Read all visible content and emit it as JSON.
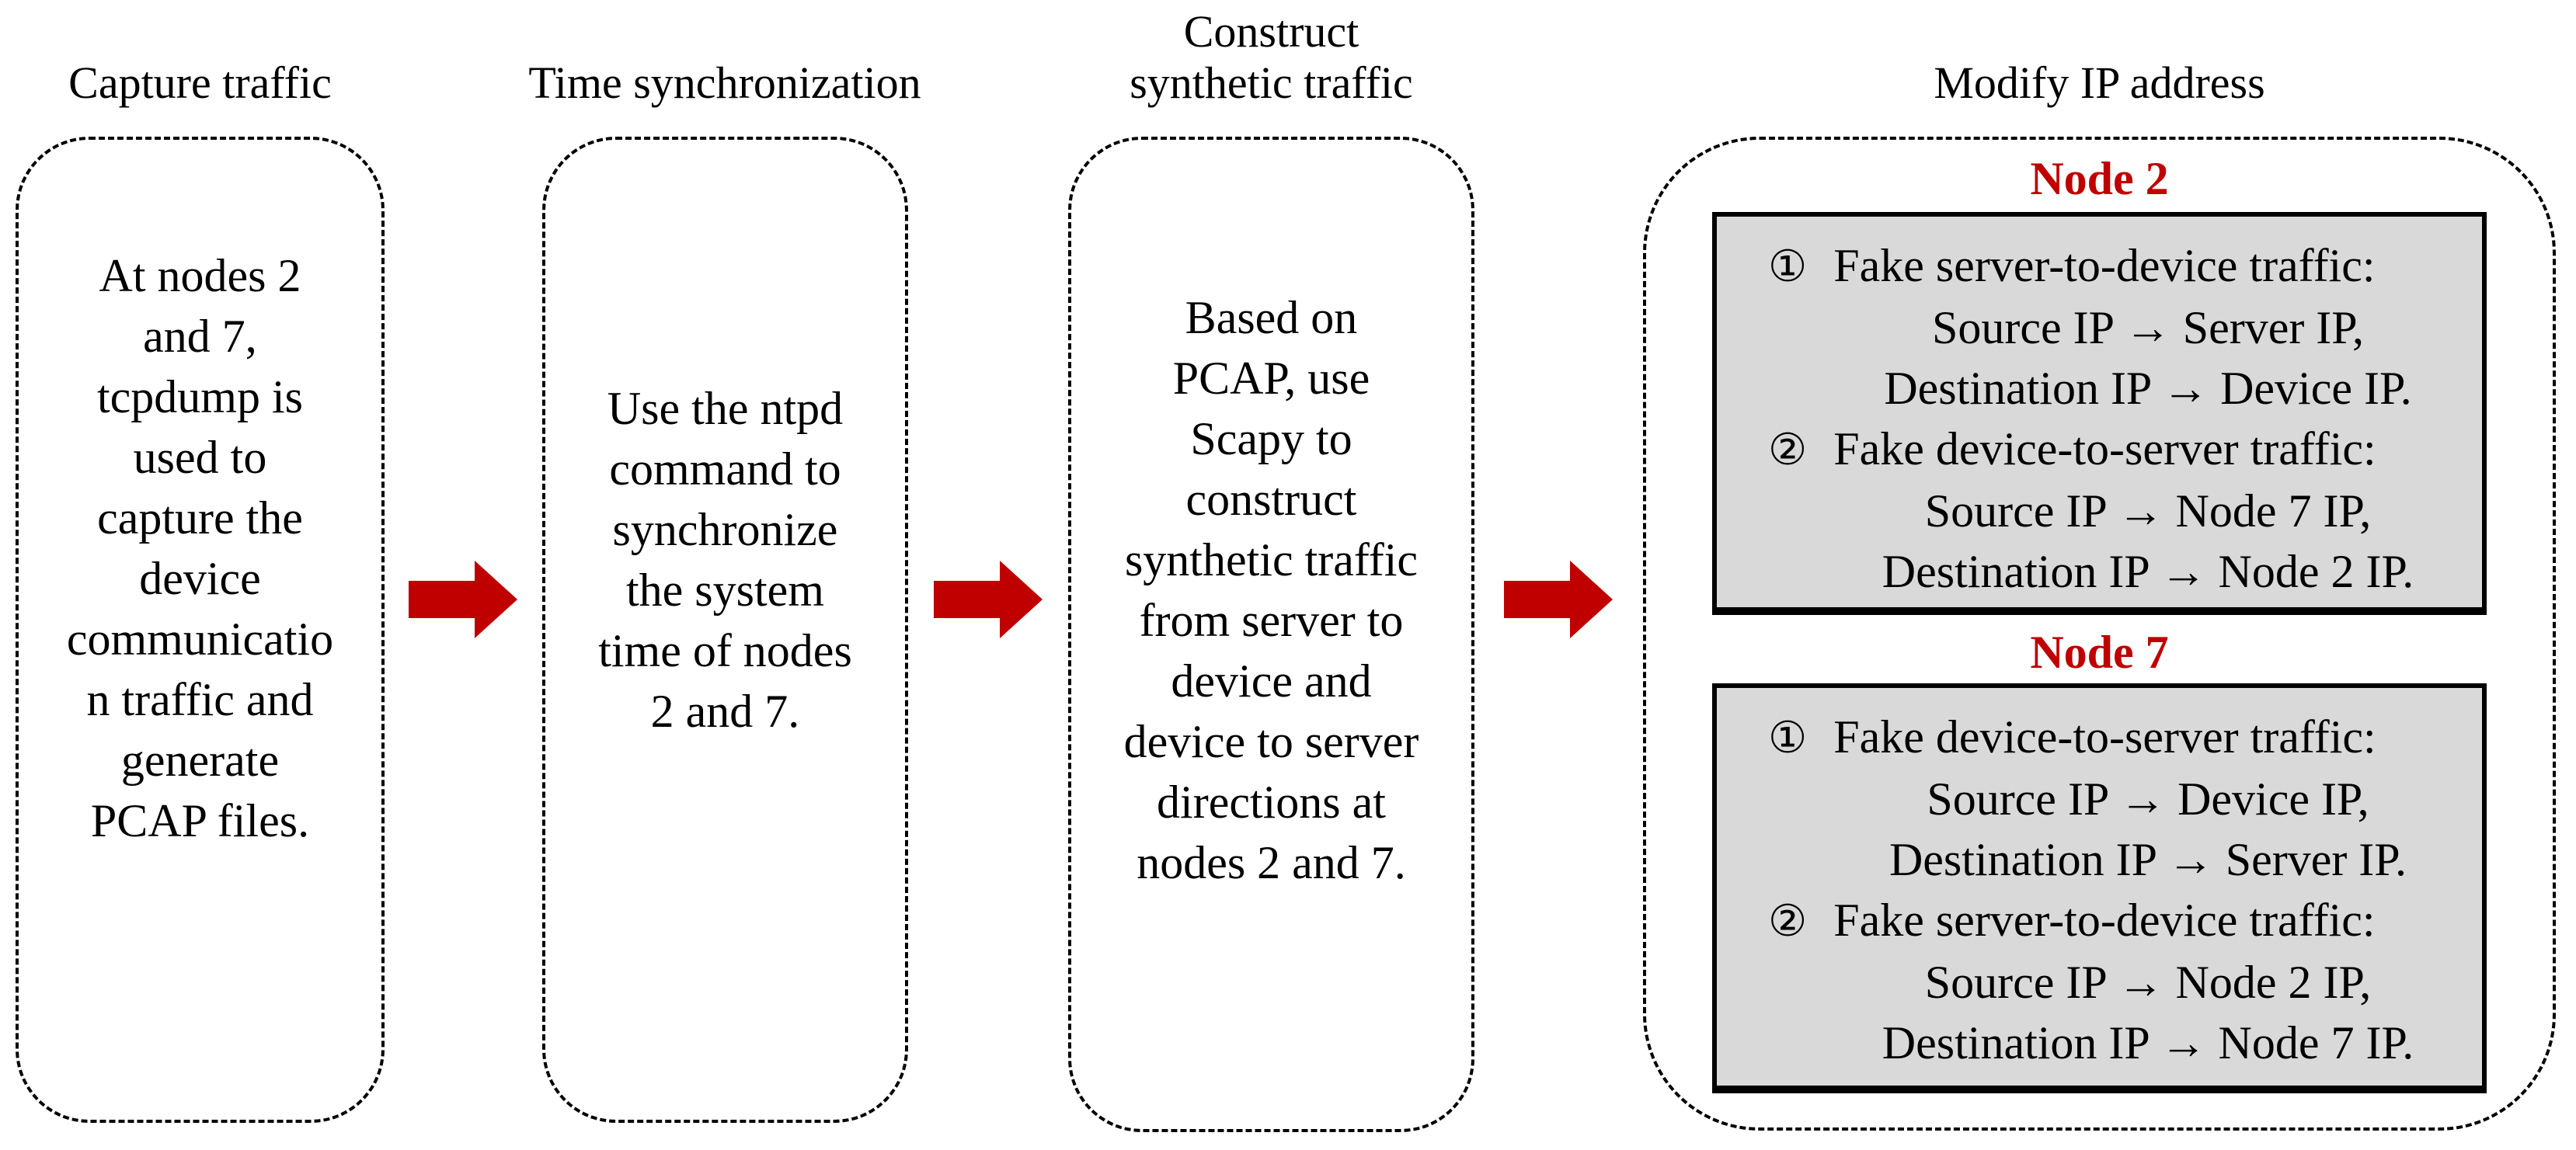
{
  "colors": {
    "arrow_red": "#c00000",
    "node_heading_red": "#c00000",
    "panel_grey": "#d9d9d9",
    "line_black": "#000000",
    "background": "#ffffff"
  },
  "stages": [
    {
      "title_lines": [
        "Capture traffic"
      ],
      "body_lines": [
        "At nodes 2",
        "and 7,",
        "tcpdump is",
        "used to",
        "capture the",
        "device",
        "communicatio",
        "n traffic and",
        "generate",
        "PCAP files."
      ]
    },
    {
      "title_lines": [
        "Time synchronization"
      ],
      "body_lines": [
        "Use the ntpd",
        "command to",
        "synchronize",
        "the system",
        "time of nodes",
        "2 and 7."
      ]
    },
    {
      "title_lines": [
        "Construct",
        "synthetic traffic"
      ],
      "body_lines": [
        "Based on",
        "PCAP, use",
        "Scapy to",
        "construct",
        "synthetic traffic",
        "from server to",
        "device and",
        "device to server",
        "directions at",
        "nodes 2 and 7."
      ]
    },
    {
      "title_lines": [
        "Modify IP address"
      ],
      "nodes": [
        {
          "heading": "Node 2",
          "items": [
            {
              "marker": "①",
              "header": "Fake server-to-device traffic:",
              "detail_lines": [
                "Source IP → Server IP,",
                "Destination IP → Device IP."
              ]
            },
            {
              "marker": "②",
              "header": "Fake device-to-server traffic:",
              "detail_lines": [
                "Source IP → Node 7 IP,",
                "Destination IP → Node 2 IP."
              ]
            }
          ]
        },
        {
          "heading": "Node 7",
          "items": [
            {
              "marker": "①",
              "header": "Fake device-to-server traffic:",
              "detail_lines": [
                "Source IP → Device IP,",
                "Destination IP → Server IP."
              ]
            },
            {
              "marker": "②",
              "header": "Fake server-to-device traffic:",
              "detail_lines": [
                "Source IP → Node 2 IP,",
                "Destination IP → Node 7 IP."
              ]
            }
          ]
        }
      ]
    }
  ]
}
